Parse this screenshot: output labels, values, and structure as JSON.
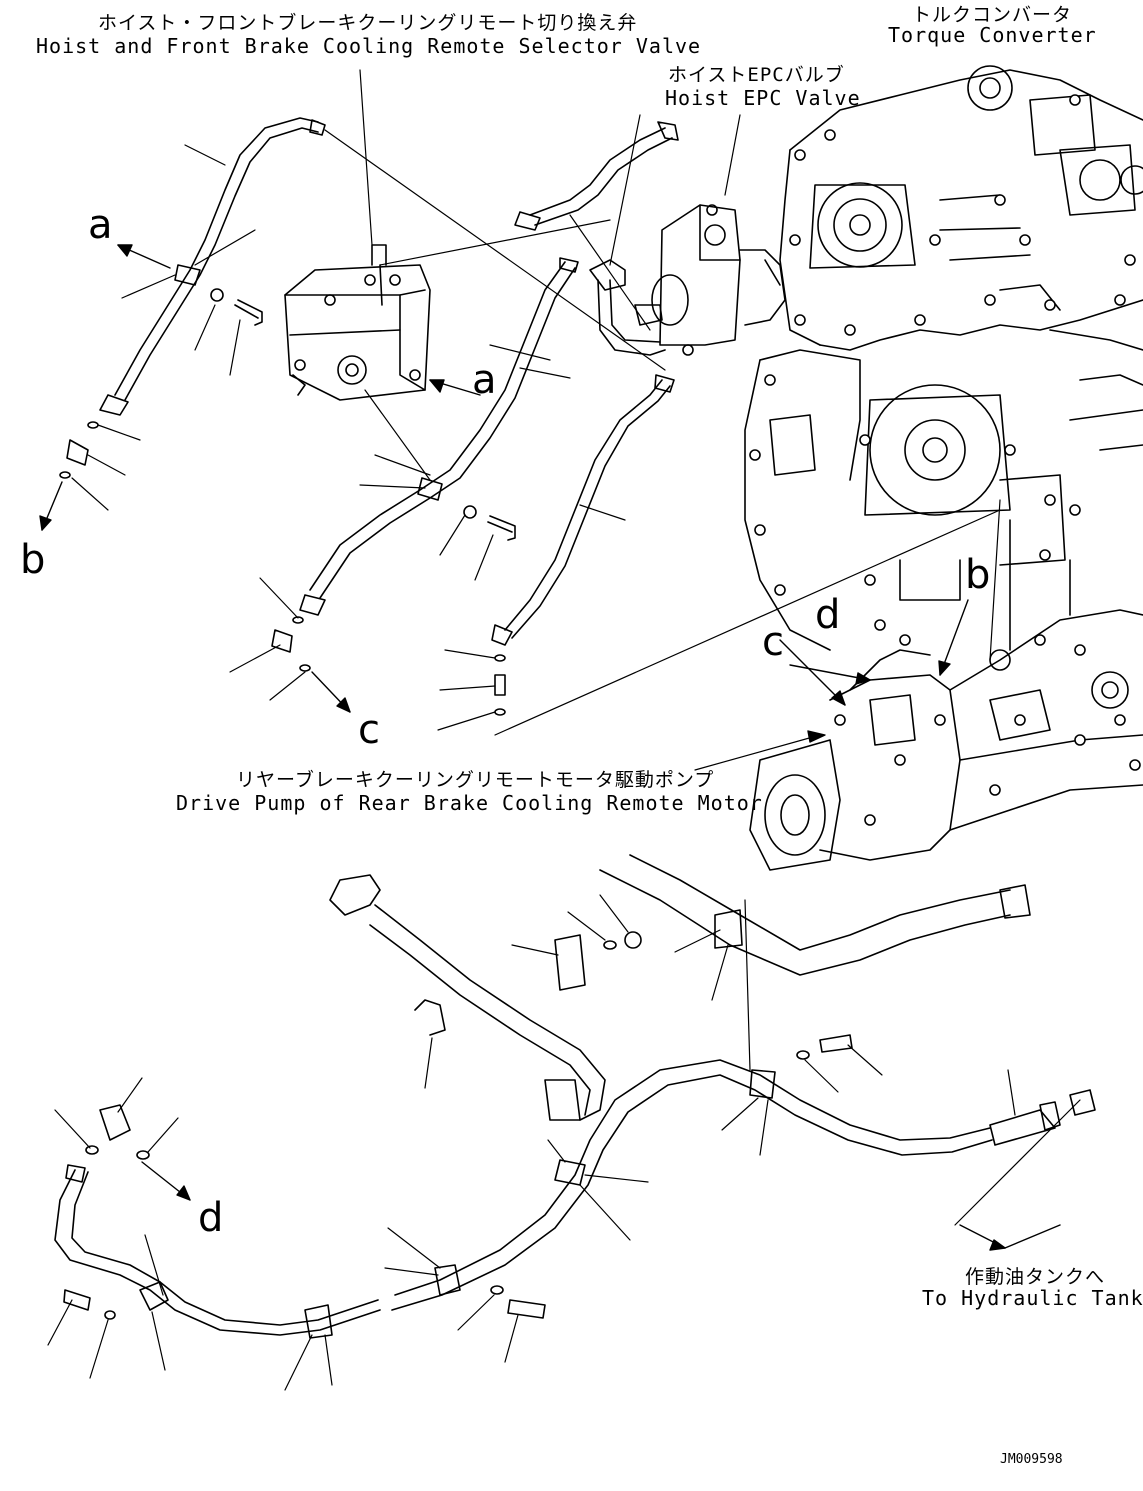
{
  "labels": {
    "selector_valve": {
      "jp": "ホイスト・フロントブレーキクーリングリモート切り換え弁",
      "en": "Hoist and Front Brake Cooling Remote Selector Valve"
    },
    "torque_converter": {
      "jp": "トルクコンバータ",
      "en": "Torque Converter"
    },
    "epc_valve": {
      "jp": "ホイストEPCバルブ",
      "en": "Hoist EPC Valve"
    },
    "drive_pump": {
      "jp": "リヤーブレーキクーリングリモートモータ駆動ポンプ",
      "en": "Drive Pump of Rear Brake Cooling Remote Motor"
    },
    "hydraulic_tank": {
      "jp": "作動油タンクへ",
      "en": "To Hydraulic Tank"
    }
  },
  "callouts": {
    "a1": "a",
    "a2": "a",
    "b1": "b",
    "b2": "b",
    "c1": "c",
    "c2": "c",
    "d1": "d",
    "d2": "d"
  },
  "drawing_code": "JM009598"
}
